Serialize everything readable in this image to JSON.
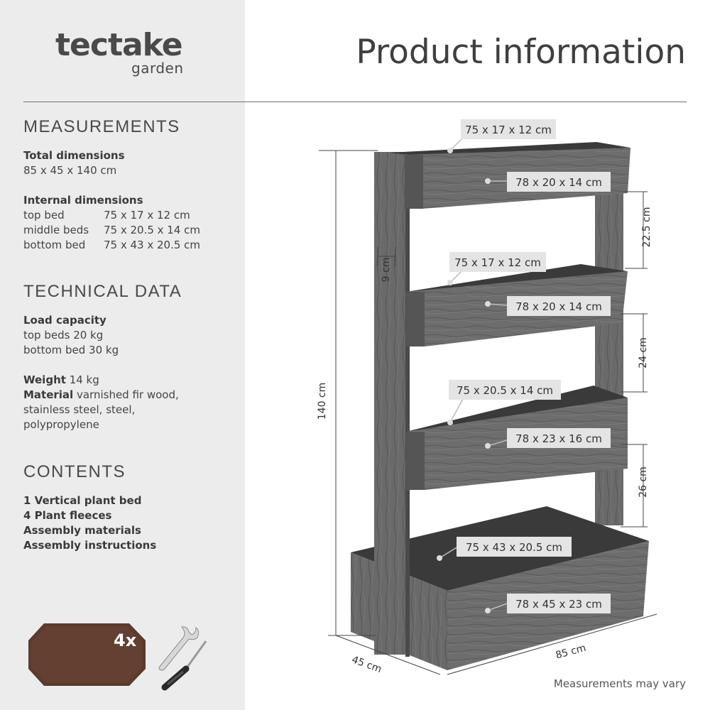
{
  "brand": {
    "name": "tectake",
    "sub": "garden"
  },
  "title": "Product information",
  "measurements": {
    "heading": "MEASUREMENTS",
    "total_label": "Total dimensions",
    "total_value": "85 x 45 x 140 cm",
    "internal_label": "Internal dimensions",
    "internal_rows": [
      {
        "label": "top bed",
        "value": "75 x 17 x 12 cm"
      },
      {
        "label": "middle beds",
        "value": "75 x 20.5 x 14 cm"
      },
      {
        "label": "bottom bed",
        "value": "75 x 43 x 20.5 cm"
      }
    ]
  },
  "technical": {
    "heading": "TECHNICAL DATA",
    "load_label": "Load capacity",
    "load_lines": [
      "top beds 20 kg",
      "bottom bed 30 kg"
    ],
    "weight_label": "Weight",
    "weight_value": "14 kg",
    "material_label": "Material",
    "material_value": "varnished fir wood,",
    "material_lines": [
      "stainless steel, steel,",
      "polypropylene"
    ]
  },
  "contents": {
    "heading": "CONTENTS",
    "items": [
      "1 Vertical plant bed",
      "4 Plant fleeces",
      "Assembly materials",
      "Assembly instructions"
    ],
    "fleece_count": "4x"
  },
  "diagram": {
    "labels": [
      "75 x 17 x 12 cm",
      "78 x 20 x 14 cm",
      "75 x 17 x 12 cm",
      "78 x 20 x 14 cm",
      "75 x 20.5 x 14 cm",
      "78 x 23 x 16 cm",
      "75 x 43 x 20.5 cm",
      "78 x 45 x 23 cm"
    ],
    "height_total": "140 cm",
    "gap_top": "22.5 cm",
    "gap_middle": "24 cm",
    "gap_bottom": "26 cm",
    "post_offset": "9 cm",
    "depth": "45 cm",
    "width": "85 cm"
  },
  "note": "Measurements may vary"
}
